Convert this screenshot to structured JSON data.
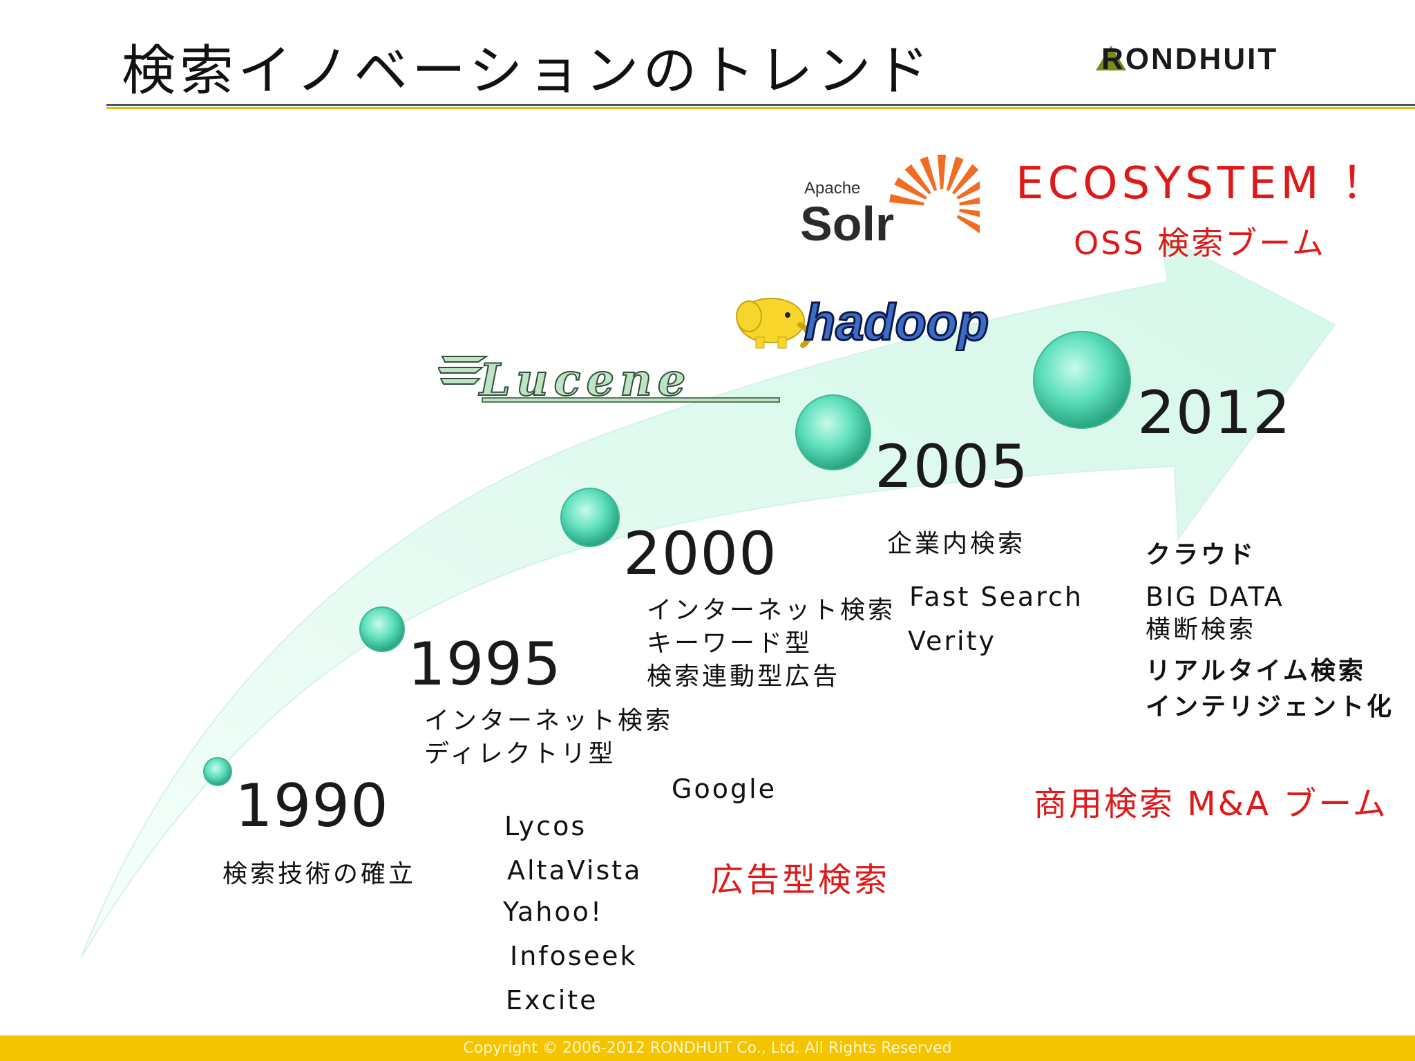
{
  "slide": {
    "title": "検索イノベーションのトレンド",
    "brand_logo_text": "RONDHUIT",
    "footer": "Copyright © 2006-2012 RONDHUIT Co., Ltd. All Rights Reserved"
  },
  "logos": {
    "solr_small": "Apache",
    "solr_big": "Solr",
    "hadoop": "hadoop",
    "lucene": "Lucene"
  },
  "timeline": {
    "y1990": {
      "year": "1990",
      "desc": "検索技術の確立"
    },
    "y1995": {
      "year": "1995",
      "desc_line1": "インターネット検索",
      "desc_line2": "ディレクトリ型",
      "engines": [
        "Lycos",
        "AltaVista",
        "Yahoo!",
        "Infoseek",
        "Excite"
      ]
    },
    "y2000": {
      "year": "2000",
      "desc_line1": "インターネット検索",
      "desc_line2": "キーワード型",
      "desc_line3": "検索連動型広告",
      "engine": "Google",
      "highlight": "広告型検索"
    },
    "y2005": {
      "year": "2005",
      "desc": "企業内検索",
      "products": [
        "Fast Search",
        "Verity"
      ],
      "highlight": "商用検索 M&A ブーム"
    },
    "y2012": {
      "year": "2012",
      "items": [
        "クラウド",
        "BIG DATA",
        "横断検索",
        "リアルタイム検索",
        "インテリジェント化"
      ],
      "headline": "ECOSYSTEM ！",
      "subheadline": "OSS 検索ブーム"
    }
  },
  "colors": {
    "arrow_fill": "#e6fbf3",
    "bubble": "#5fe0bd",
    "accent_red": "#e01818",
    "footer_bar": "#f5c400",
    "rule_gold": "#e8c000"
  }
}
